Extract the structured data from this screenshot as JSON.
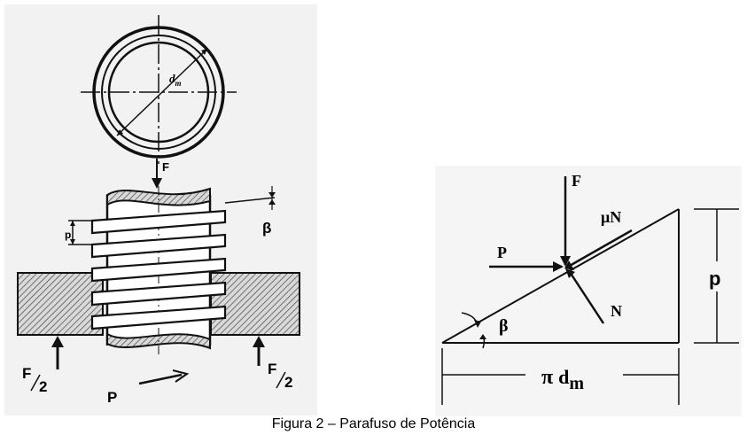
{
  "screw_figure": {
    "dm_label": "d",
    "dm_sub": "m",
    "force_label": "F",
    "pitch_label": "p",
    "beta_label": "β",
    "half_force_num": "F",
    "half_force_den": "2",
    "push_label": "P"
  },
  "incline_figure": {
    "f_label": "F",
    "mu_n_label": "μN",
    "p_force_label": "P",
    "n_label": "N",
    "beta_label": "β",
    "pitch_label": "p",
    "base_pi": "π",
    "base_d": "d",
    "base_sub": "m"
  },
  "caption": "Figura 2 – Parafuso de Potência"
}
